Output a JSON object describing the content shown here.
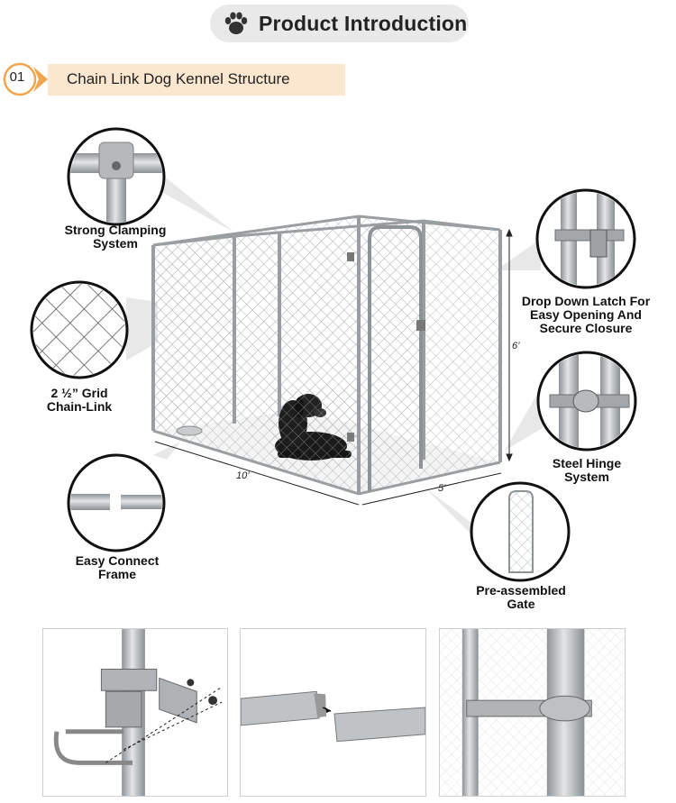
{
  "header": {
    "title": "Product Introduction",
    "icon": "paw-icon"
  },
  "section": {
    "number": "01",
    "title": "Chain Link Dog Kennel Structure"
  },
  "features": {
    "clamping": [
      "Strong Clamping",
      "System"
    ],
    "grid": [
      "2 ½” Grid",
      "Chain-Link"
    ],
    "frame": [
      "Easy Connect",
      "Frame"
    ],
    "latch": [
      "Drop Down Latch For",
      "Easy Opening And",
      "Secure Closure"
    ],
    "hinge": [
      "Steel Hinge",
      "System"
    ],
    "gate": [
      "Pre-assembled",
      "Gate"
    ]
  },
  "dimensions": {
    "length": "10’",
    "width": "5’",
    "height": "6’"
  },
  "colors": {
    "accent": "#f2a54a",
    "section_bg": "#fbe6cf",
    "header_bg": "#e9e9e9",
    "metal": "#b8bcbf"
  }
}
